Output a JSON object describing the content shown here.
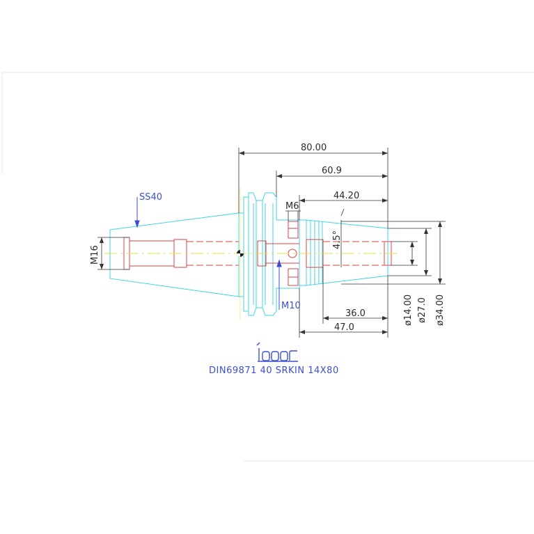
{
  "drawing": {
    "brand_logo": "iscar",
    "caption": "DIN69871 40 SRKIN 14X80",
    "colors": {
      "outline": "#3fd6e6",
      "inner": "#e04040",
      "dim": "#333333",
      "centerline_yellow": "#e8e040",
      "label": "#3a4fd0",
      "sheet_border": "#e6e6e6"
    },
    "labels": {
      "taper": "SS40",
      "thread_rear": "M16",
      "set_screw": "M6",
      "thread_front": "M10"
    },
    "dimensions": {
      "overall_length": "80.00",
      "length_60": "60.9",
      "length_44": "44.20",
      "angle": "4.5°",
      "length_36": "36.0",
      "length_47": "47.0",
      "dia_14": "ø14.00",
      "dia_27": "ø27.0",
      "dia_34": "ø34.00"
    }
  }
}
